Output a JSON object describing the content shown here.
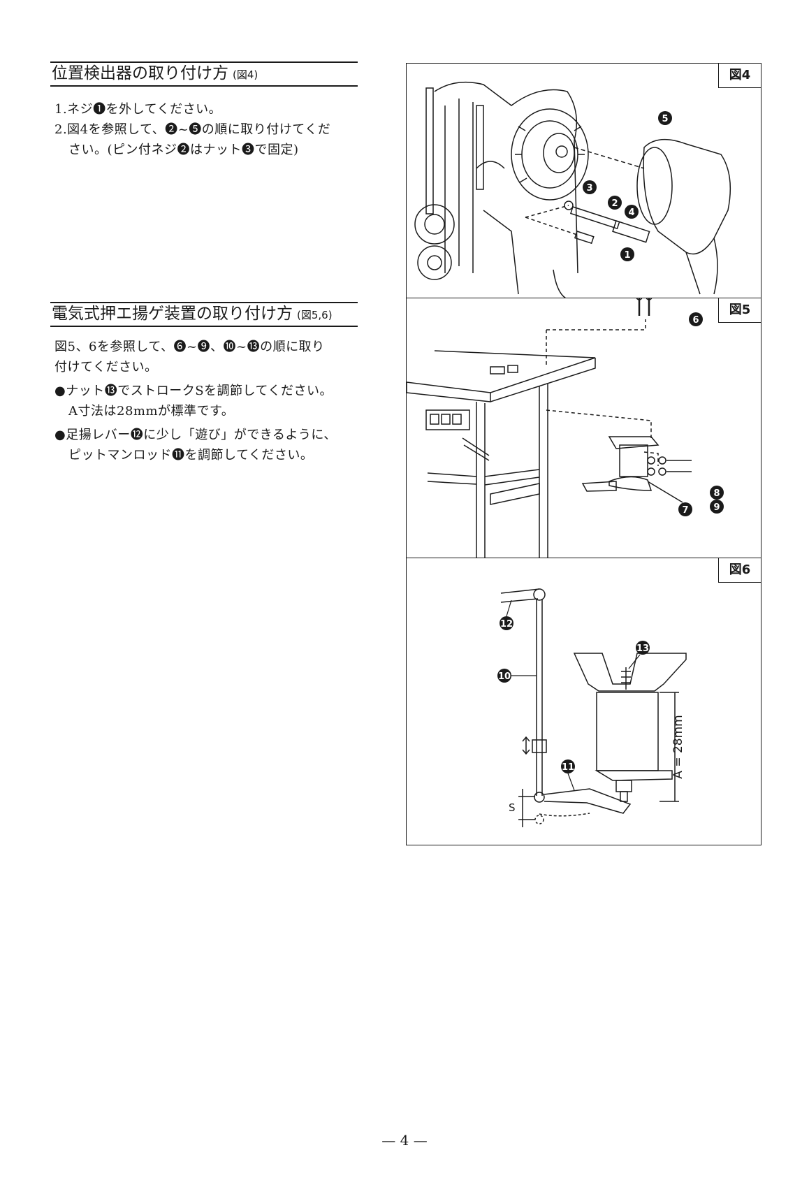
{
  "section1": {
    "title": "位置検出器の取り付け方",
    "ref": "(図4)",
    "lines": [
      "1.ネジ❶を外してください。",
      "2.図4を参照して、❷~❺の順に取り付けてくだ",
      "さい。(ピン付ネジ❷はナット❸で固定)"
    ]
  },
  "section2": {
    "title": "電気式押エ揚ゲ装置の取り付け方",
    "ref": "(図5,6)",
    "lines": [
      "図5、6を参照して、❻~❾、❿~⓭の順に取り",
      "付けてください。",
      "●ナット⓭でストロークSを調節してください。",
      "A寸法は28mmが標準です。",
      "●足揚レバー⓬に少し「遊び」ができるように、",
      "ピットマンロッド⓫を調節してください。"
    ]
  },
  "figures": {
    "fig4": {
      "label": "図4",
      "callouts": [
        "1",
        "2",
        "3",
        "4",
        "5"
      ]
    },
    "fig5": {
      "label": "図5",
      "callouts": [
        "6",
        "7",
        "8",
        "9"
      ]
    },
    "fig6": {
      "label": "図6",
      "callouts": [
        "10",
        "11",
        "12",
        "13"
      ],
      "dimension": "A = 28mm",
      "stroke": "S"
    }
  },
  "page_number": "— 4 —"
}
